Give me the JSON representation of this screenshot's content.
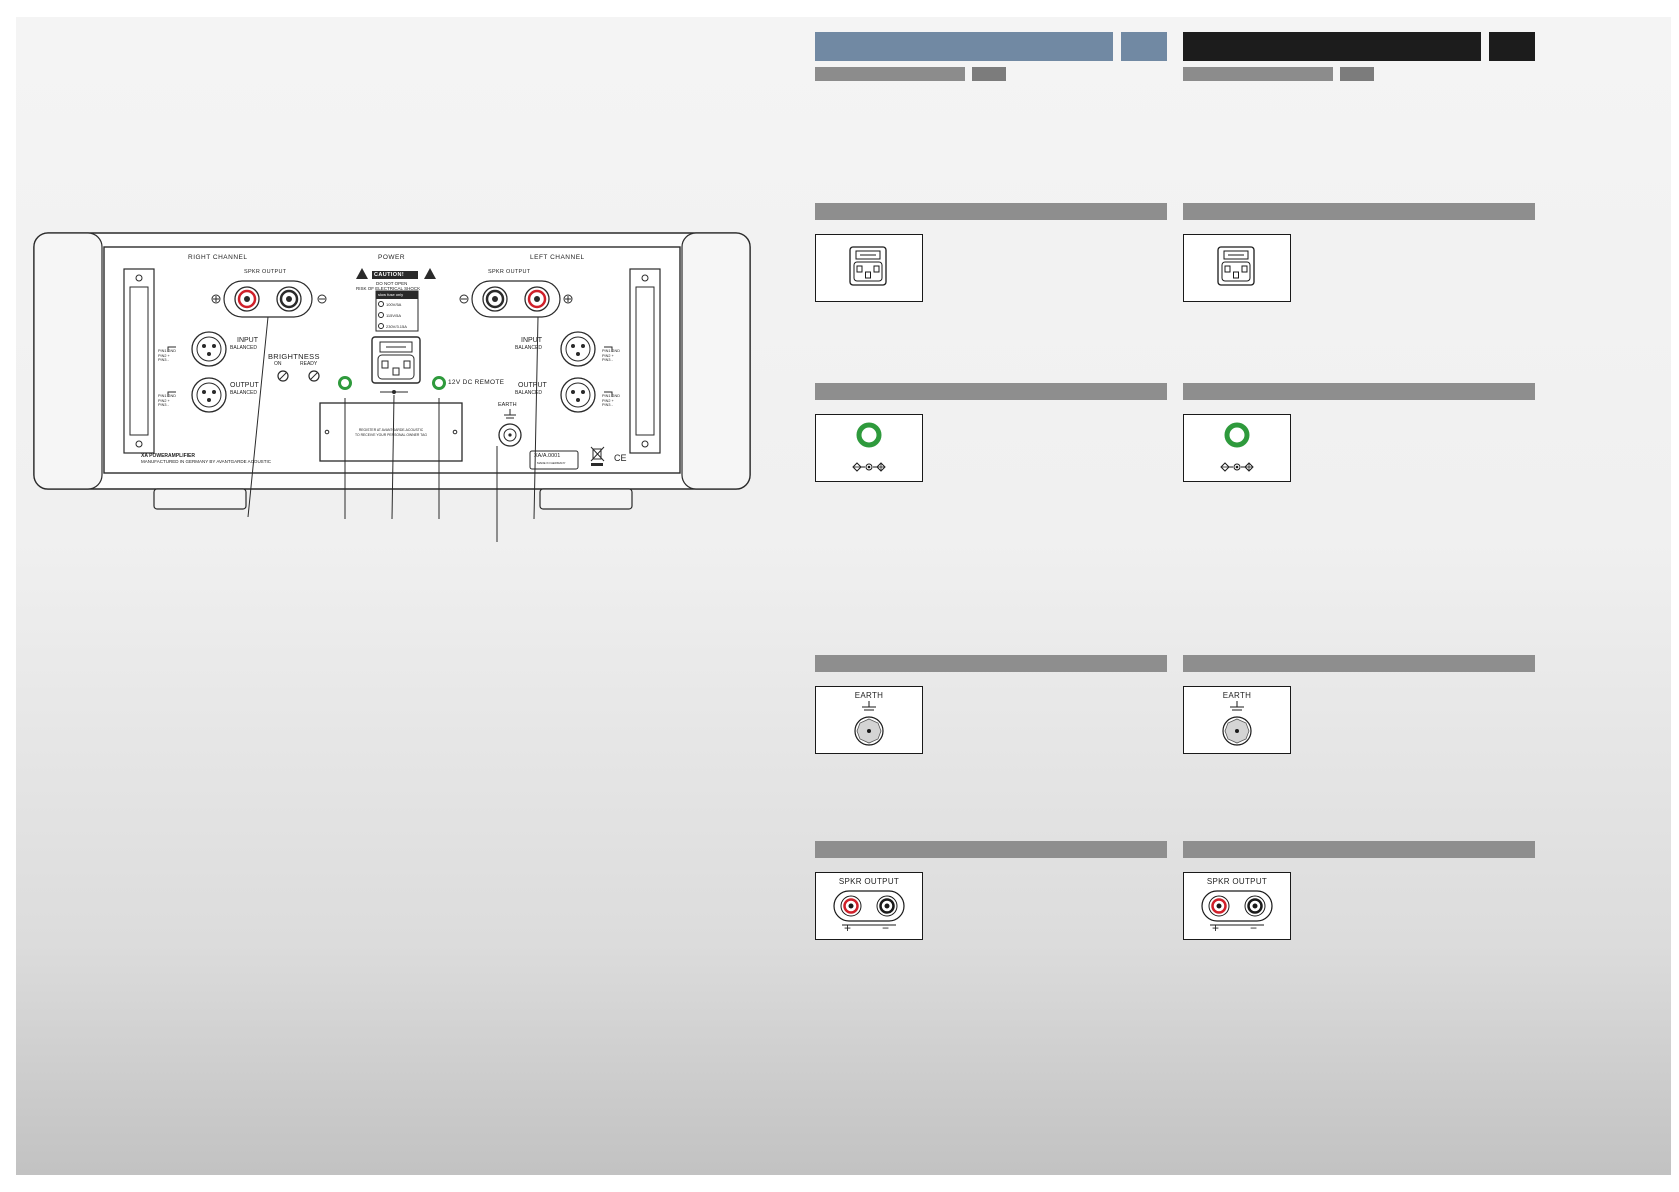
{
  "panel": {
    "right_channel": "RIGHT CHANNEL",
    "left_channel": "LEFT CHANNEL",
    "power": "POWER",
    "spkr_output_right": "SPKR OUTPUT",
    "spkr_output_left": "SPKR OUTPUT",
    "caution": "CAUTION!",
    "do_not_open": "DO NOT OPEN",
    "risk_shock": "RISK OF ELECTRICAL SHOCK",
    "fuse_header": "slow fuse only",
    "fuse_1": "100V/5A",
    "fuse_2": "115V/5A",
    "fuse_3": "230V/3.15A",
    "input_right": "INPUT",
    "balanced_in_right": "BALANCED",
    "output_right": "OUTPUT",
    "balanced_out_right": "BALANCED",
    "input_left": "INPUT",
    "balanced_in_left": "BALANCED",
    "output_left": "OUTPUT",
    "balanced_out_left": "BALANCED",
    "brightness": "BRIGHTNESS",
    "on": "ON",
    "ready": "READY",
    "remote": "12V DC REMOTE",
    "earth": "EARTH",
    "pin1": "PIN1 GND",
    "pin2": "PIN2 +",
    "pin3": "PIN3 -",
    "plate_line1": "REGISTER AT AVANTGARDE-ACOUSTIC",
    "plate_line2": "TO RECEIVE YOUR PERSONAL OWNER TAG",
    "model": "XA POWERAMPLIFIER",
    "manufactured": "MANUFACTURED IN GERMANY BY AVANTGARDE ACOUSTIC",
    "serial": "XA/A.0001",
    "made_in": "MADE IN GERMANY",
    "ce": "CE"
  },
  "icons": {
    "earth_label": "EARTH",
    "spkr_label": "SPKR OUTPUT",
    "plus": "+",
    "minus": "−"
  },
  "colors": {
    "header_blue": "#7189a3",
    "header_black": "#1c1c1c",
    "remote_green": "#2e9a3c",
    "terminal_red": "#d0202a"
  }
}
